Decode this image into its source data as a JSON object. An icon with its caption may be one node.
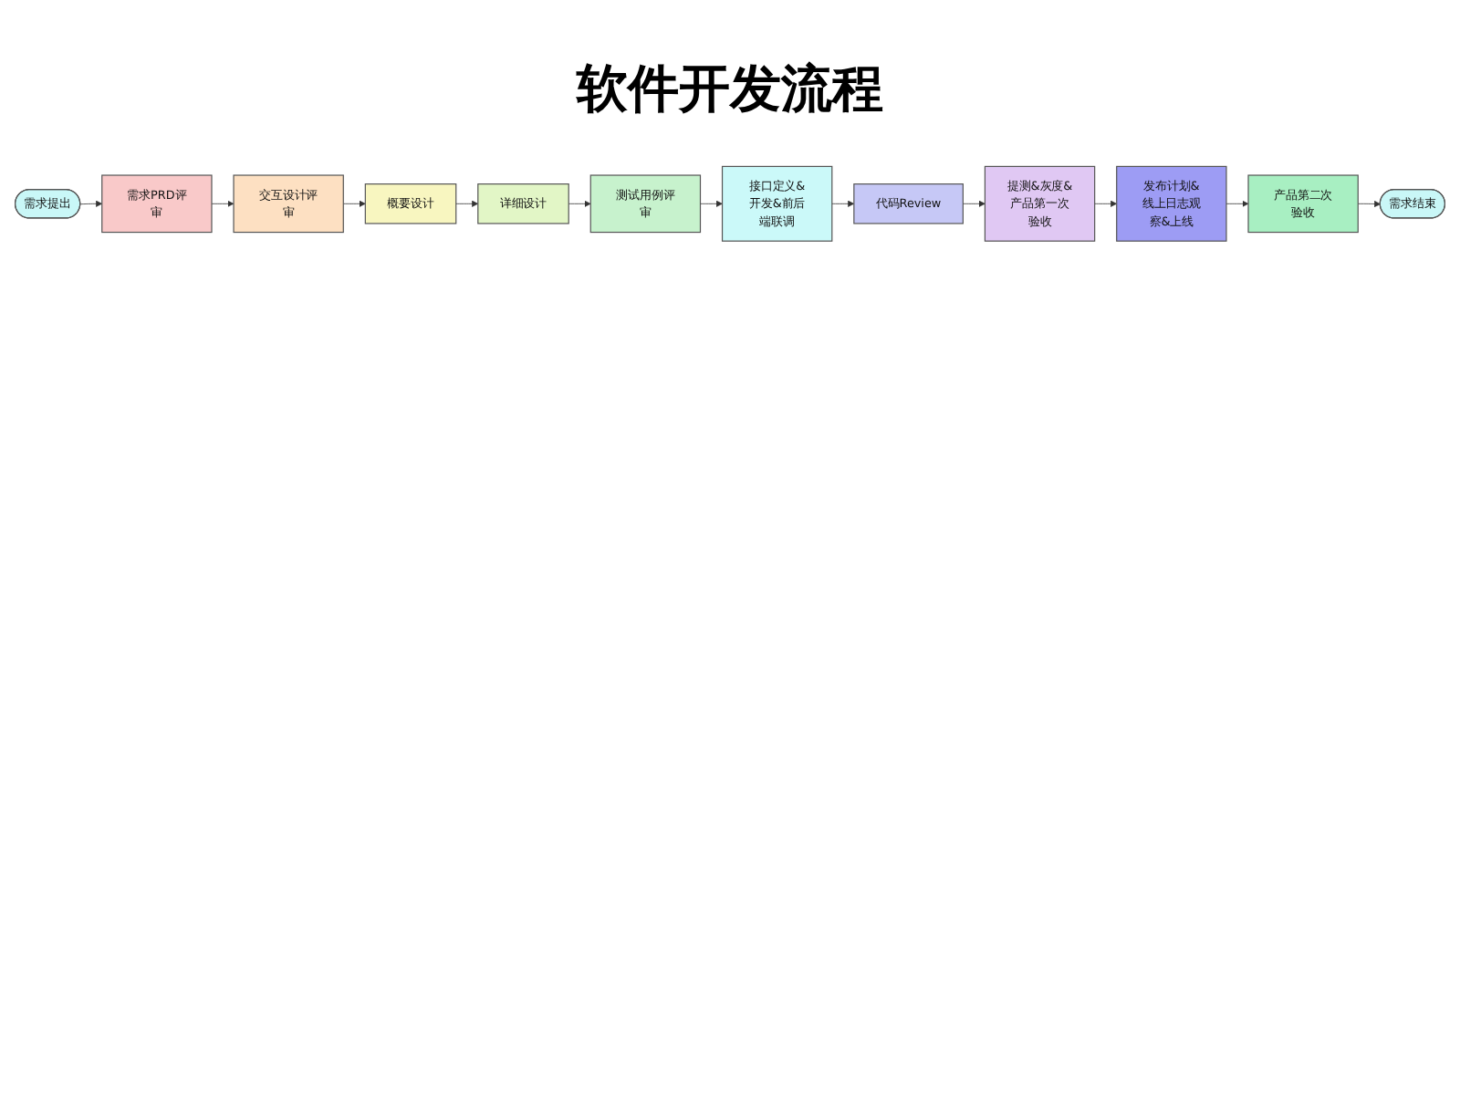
{
  "diagram": {
    "title": "软件开发流程",
    "nodes": [
      {
        "text": [
          "需求提出"
        ]
      },
      {
        "text": [
          "需求PRD评审"
        ]
      },
      {
        "text": [
          "交互设计评审"
        ]
      },
      {
        "text": [
          "概要设计"
        ]
      },
      {
        "text": [
          "详细设计"
        ]
      },
      {
        "text": [
          "测试用例评审"
        ]
      },
      {
        "text": [
          "接口定义&开发&前后端联调"
        ]
      },
      {
        "text": [
          "代码Review"
        ]
      },
      {
        "text": [
          "提测&灰度&产品第一次验收"
        ]
      },
      {
        "text": [
          "发布计划&线上日志观察&上线"
        ]
      },
      {
        "text": [
          "产品第二次验收"
        ]
      },
      {
        "text": [
          "需求结束"
        ]
      }
    ],
    "edges": [
      {
        "from": 0,
        "to": 1,
        "arrow": "to"
      },
      {
        "from": 1,
        "to": 2,
        "arrow": "to"
      },
      {
        "from": 2,
        "to": 3,
        "arrow": "to"
      },
      {
        "from": 3,
        "to": 4,
        "arrow": "to"
      },
      {
        "from": 4,
        "to": 5,
        "arrow": "to"
      },
      {
        "from": 5,
        "to": 6,
        "arrow": "to"
      },
      {
        "from": 6,
        "to": 7,
        "arrow": "to"
      },
      {
        "from": 7,
        "to": 8,
        "arrow": "to"
      },
      {
        "from": 8,
        "to": 9,
        "arrow": "to"
      },
      {
        "from": 9,
        "to": 10,
        "arrow": "to"
      },
      {
        "from": 10,
        "to": 11,
        "arrow": "to"
      }
    ]
  }
}
